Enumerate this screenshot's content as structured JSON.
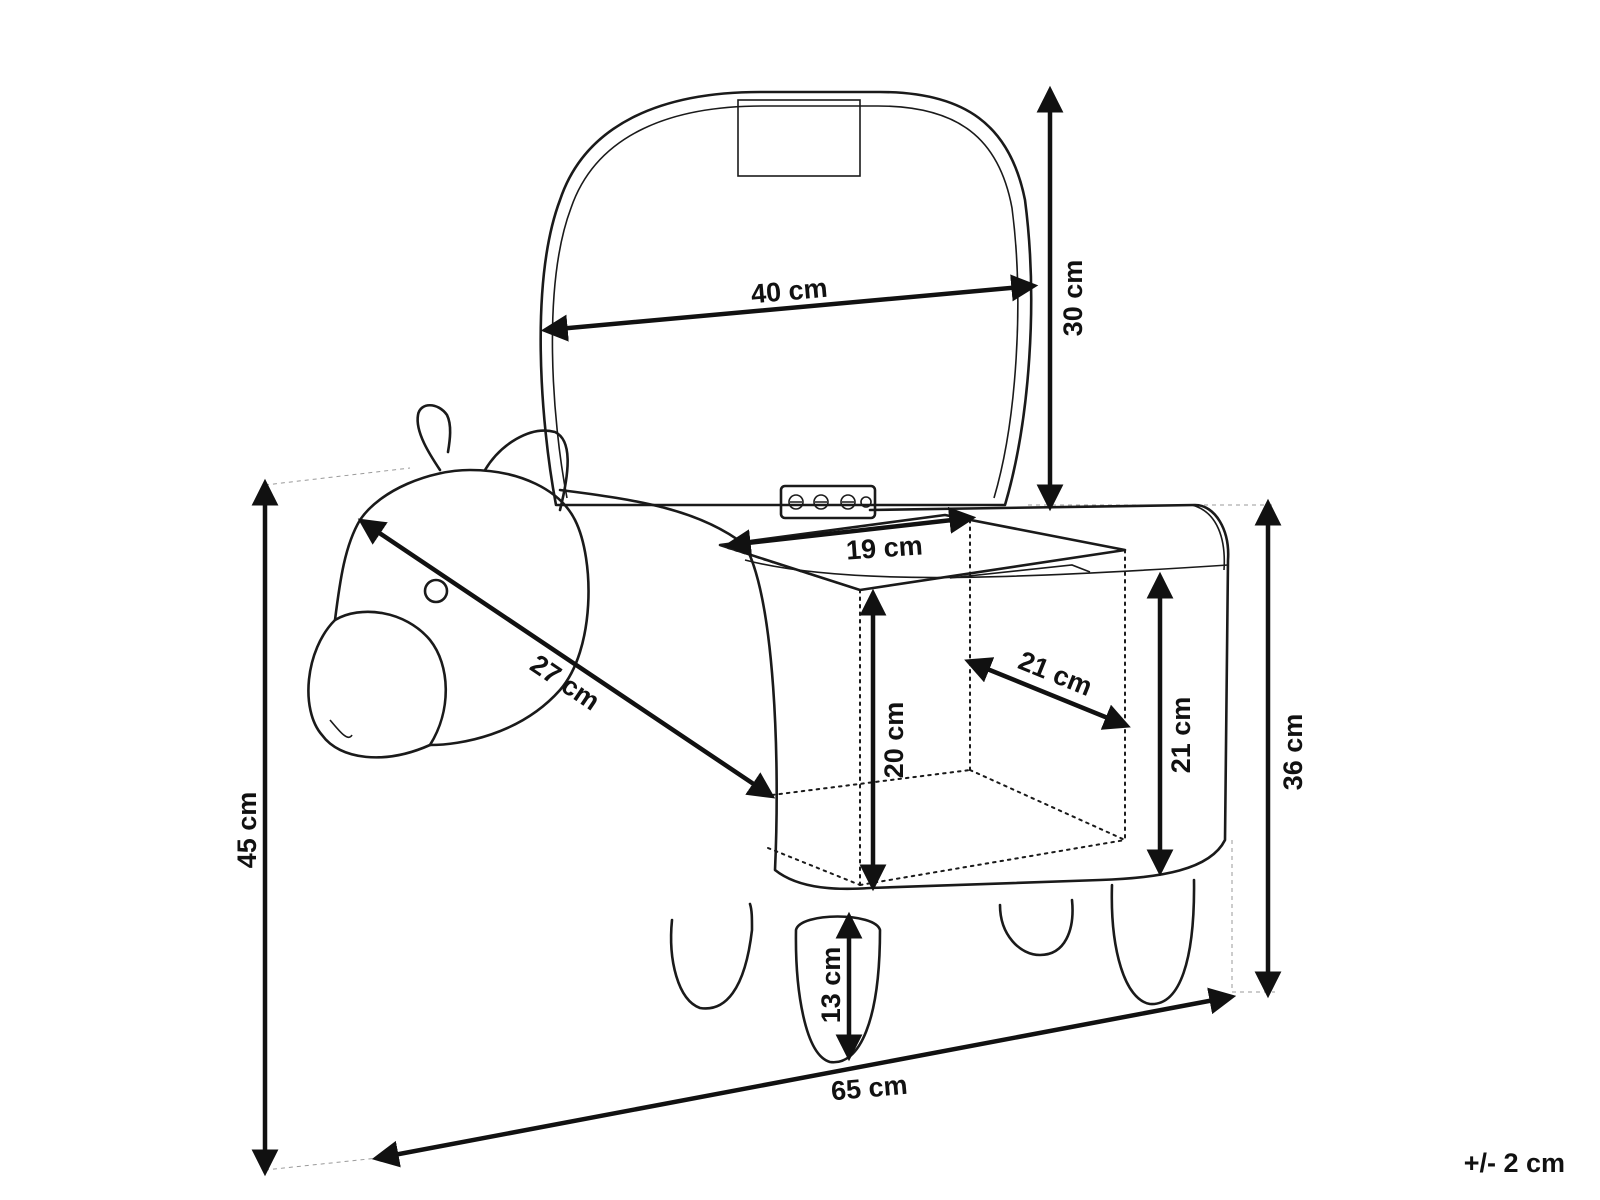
{
  "dimensions": {
    "lid_width": "40 cm",
    "lid_height": "30 cm",
    "storage_width": "19 cm",
    "head_length": "27 cm",
    "storage_depth": "21 cm",
    "storage_height": "20 cm",
    "body_height": "21 cm",
    "seat_height": "36 cm",
    "total_height": "45 cm",
    "leg_height": "13 cm",
    "total_length": "65 cm"
  },
  "tolerance": "+/- 2 cm",
  "colors": {
    "line": "#1a1a1a",
    "label": "#111111",
    "guide": "#9a9a9a"
  }
}
